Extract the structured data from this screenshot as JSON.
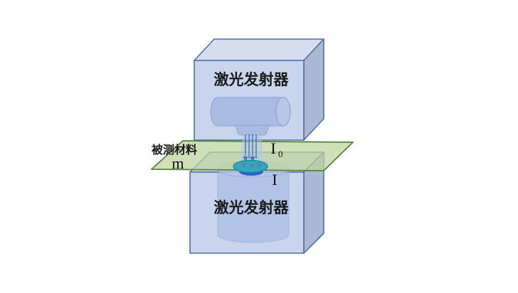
{
  "diagram": {
    "title_implied": "laser-transmission-measurement",
    "top_emitter": {
      "label": "激光发射器"
    },
    "bottom_emitter": {
      "label": "激光发射器"
    },
    "material": {
      "label": "被测材料",
      "symbol": "m"
    },
    "intensity_incident": {
      "base": "I",
      "subscript": "0"
    },
    "intensity_transmitted": {
      "label": "I"
    }
  },
  "colors": {
    "box_front": "#c9d5ec",
    "box_top": "#d4deef",
    "box_side": "#abb8d3",
    "box_stroke": "#4f70a8",
    "cylinder_fill": "#a3b8e2",
    "cylinder_cap": "#b9c9ea",
    "inner_cylinder": "#9fb6e2",
    "plane_fill": "#bcd29c",
    "plane_stroke": "#55833b",
    "beam_color": "#4472c4",
    "beam_glow": "#aec4e8",
    "spot_teal": "#2fa9c0",
    "spot_dark": "#2b63cc",
    "spot_arrow": "#64809f",
    "text": "#1a1a1a"
  }
}
